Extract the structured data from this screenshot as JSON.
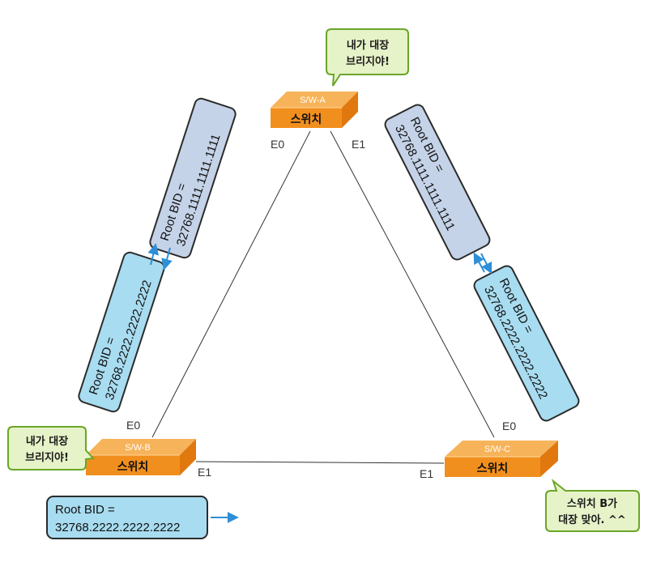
{
  "colors": {
    "switch_front": "#f18f1e",
    "switch_top": "#f7b35a",
    "switch_side": "#e0780e",
    "bubble_fill": "#e6f2c7",
    "bubble_stroke": "#6aa628",
    "root_a_fill": "#c5d3e8",
    "root_b_fill": "#a8dcf0",
    "box_stroke": "#2b2b2b",
    "arrow": "#2e8fd8",
    "link": "#333333"
  },
  "switches": {
    "a": {
      "model": "S/W-A",
      "label": "스위치"
    },
    "b": {
      "model": "S/W-B",
      "label": "스위치"
    },
    "c": {
      "model": "S/W-C",
      "label": "스위치"
    }
  },
  "ports": {
    "a_e0": "E0",
    "a_e1": "E1",
    "b_e0": "E0",
    "b_e1": "E1",
    "c_e0": "E0",
    "c_e1": "E1"
  },
  "bubbles": {
    "a": {
      "line1": "내가 대장",
      "line2": "브리지야!"
    },
    "b": {
      "line1": "내가 대장",
      "line2": "브리지야!"
    },
    "c": {
      "line1": "스위치 B가",
      "line2": "대장 맞아. ^^"
    }
  },
  "bpdus": {
    "left_upper": {
      "line1": "Root BID =",
      "line2": "32768.1111.1111.1111"
    },
    "left_lower": {
      "line1": "Root BID =",
      "line2": "32768.2222.2222.2222"
    },
    "right_upper": {
      "line1": "Root BID =",
      "line2": "32768.1111.1111.1111"
    },
    "right_lower": {
      "line1": "Root BID =",
      "line2": "32768.2222.2222.2222"
    },
    "bottom": {
      "line1": "Root BID =",
      "line2": "32768.2222.2222.2222"
    }
  }
}
